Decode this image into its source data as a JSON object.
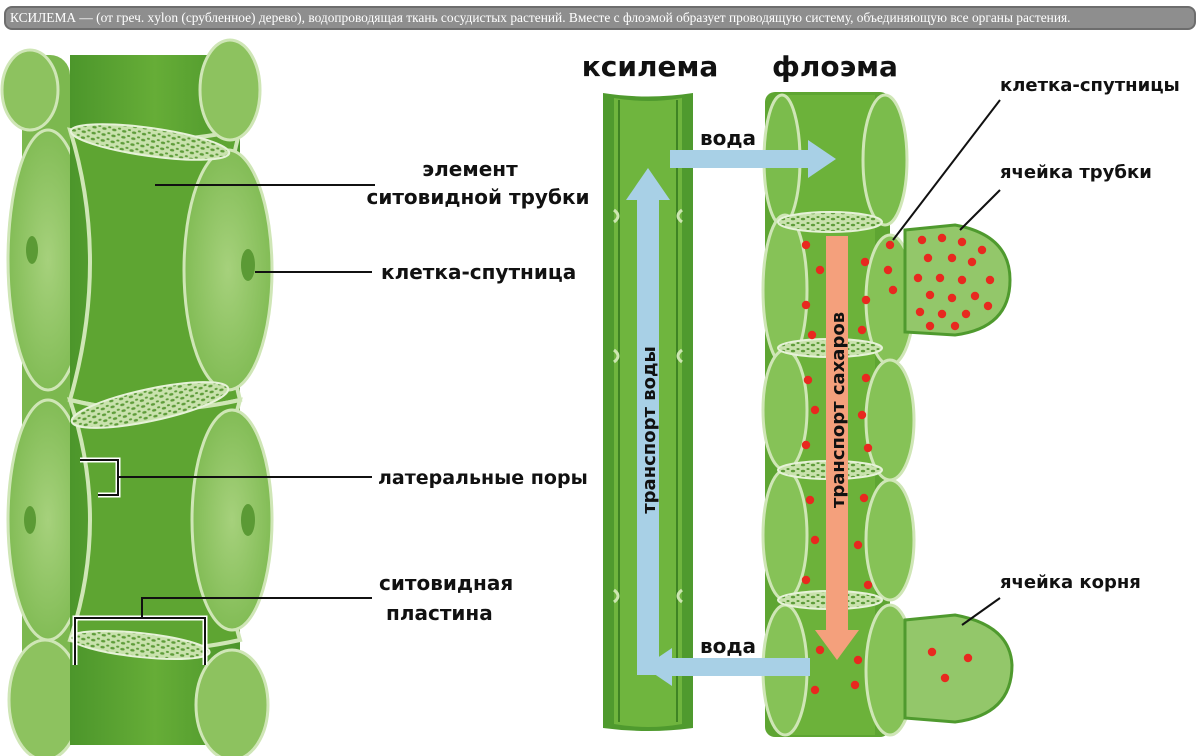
{
  "caption": "КСИЛЕМА — (от греч. xylon (срубленное) дерево), водопроводящая ткань сосудистых растений. Вместе с флоэмой образует проводящую систему, объединяющую все органы растения.",
  "left_panel": {
    "labels": {
      "sieve_element_1": "элемент",
      "sieve_element_2": "ситовидной трубки",
      "companion_cell": "клетка-спутница",
      "lateral_pores": "латеральные поры",
      "sieve_plate_1": "ситовидная",
      "sieve_plate_2": "пластина"
    }
  },
  "right_panel": {
    "xylem_title": "ксилема",
    "phloem_title": "флоэма",
    "water_top": "вода",
    "water_bottom": "вода",
    "water_transport": "транспорт воды",
    "sugar_transport": "транспорт сахаров",
    "companion_cells": "клетка-спутницы",
    "tube_cell": "ячейка трубки",
    "root_cell": "ячейка корня"
  },
  "colors": {
    "dark_green": "#4f9a2e",
    "mid_green": "#6db23c",
    "light_green": "#93c76a",
    "pale_green": "#b9dc98",
    "water_arrow": "#a8d0e6",
    "sugar_arrow": "#f4a07c",
    "sugar_dot": "#e8291f"
  }
}
